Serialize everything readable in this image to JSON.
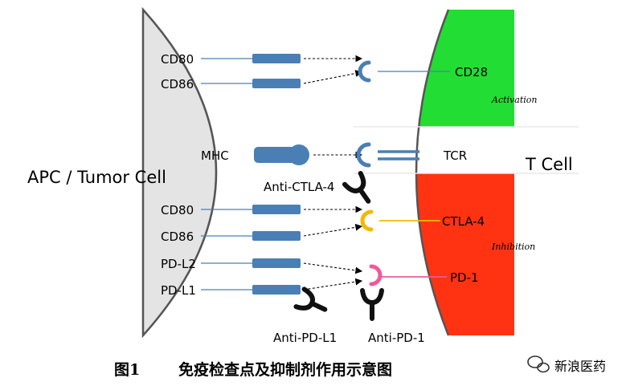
{
  "apc": {
    "title": "APC / Tumor Cell",
    "labels": {
      "cd80_top": "CD80",
      "cd86_top": "CD86",
      "mhc": "MHC",
      "cd80_bottom": "CD80",
      "cd86_bottom": "CD86",
      "pdl2": "PD-L2",
      "pdl1": "PD-L1"
    }
  },
  "tcell": {
    "title": "T Cell",
    "labels": {
      "cd28": "CD28",
      "tcr": "TCR",
      "ctla4": "CTLA-4",
      "pd1": "PD-1"
    },
    "activation": "Activation",
    "inhibition": "Inhibition"
  },
  "antibodies": {
    "anti_ctla4": "Anti-CTLA-4",
    "anti_pdl1": "Anti-PD-L1",
    "anti_pd1": "Anti-PD-1"
  },
  "caption": {
    "number": "图1",
    "text": "免疫检查点及抑制剂作用示意图"
  },
  "watermark": "新浪医药",
  "colors": {
    "apc_fill": "#e4e4e4",
    "activation_green": "#22dd33",
    "inhibition_red": "#ff3311",
    "receptor_blue": "#4a7fb5",
    "ctla4_yellow": "#f5b800",
    "pd1_pink": "#ee5a9a",
    "antibody_black": "#111111"
  }
}
